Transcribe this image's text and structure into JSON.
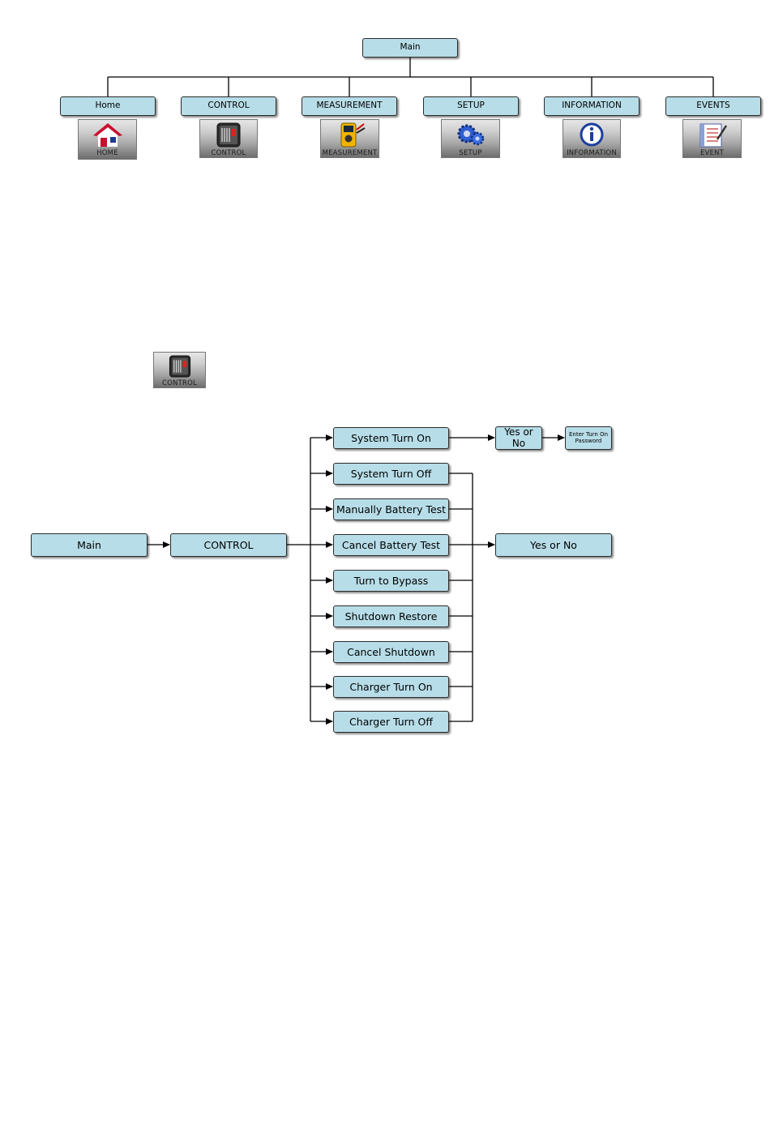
{
  "menu_tree": {
    "root": "Main",
    "items": [
      {
        "label": "Home",
        "icon": "home-icon",
        "icon_caption": "HOME"
      },
      {
        "label": "CONTROL",
        "icon": "control-icon",
        "icon_caption": "CONTROL"
      },
      {
        "label": "MEASUREMENT",
        "icon": "multimeter-icon",
        "icon_caption": "MEASUREMENT"
      },
      {
        "label": "SETUP",
        "icon": "gears-icon",
        "icon_caption": "SETUP"
      },
      {
        "label": "INFORMATION",
        "icon": "info-icon",
        "icon_caption": "INFORMATION"
      },
      {
        "label": "EVENTS",
        "icon": "event-log-icon",
        "icon_caption": "EVENT"
      }
    ]
  },
  "control_section": {
    "icon": "control-icon",
    "icon_caption": "CONTROL"
  },
  "control_flow": {
    "main": "Main",
    "control": "CONTROL",
    "options": [
      "System Turn On",
      "System Turn Off",
      "Manually Battery Test",
      "Cancel Battery Test",
      "Turn to Bypass",
      "Shutdown Restore",
      "Cancel Shutdown",
      "Charger Turn On",
      "Charger Turn Off"
    ],
    "turn_on_confirm": "Yes or No",
    "turn_on_password": "Enter Turn On Password",
    "other_confirm": "Yes or No"
  },
  "colors": {
    "box_fill": "#b7dde8",
    "box_border": "#2b2b2b",
    "connector": "#000000"
  }
}
